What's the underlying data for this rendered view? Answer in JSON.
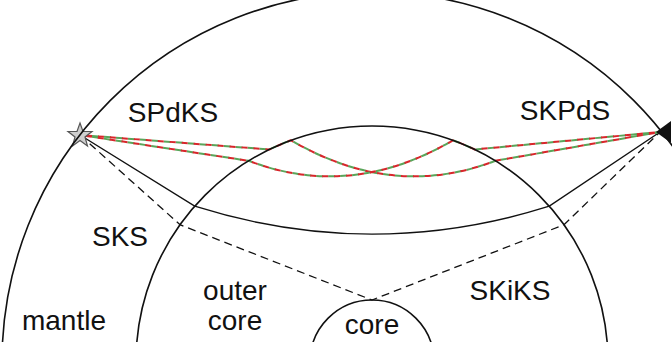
{
  "diagram": {
    "nodes": [
      {
        "text": [
          "mantle"
        ]
      },
      {
        "text": [
          "outer core"
        ],
        "in": 0
      },
      {
        "text": [
          "core"
        ],
        "in": 1
      }
    ],
    "labels": [
      "SPdKS",
      "SKS",
      "SKPdS",
      "SKiKS"
    ]
  }
}
